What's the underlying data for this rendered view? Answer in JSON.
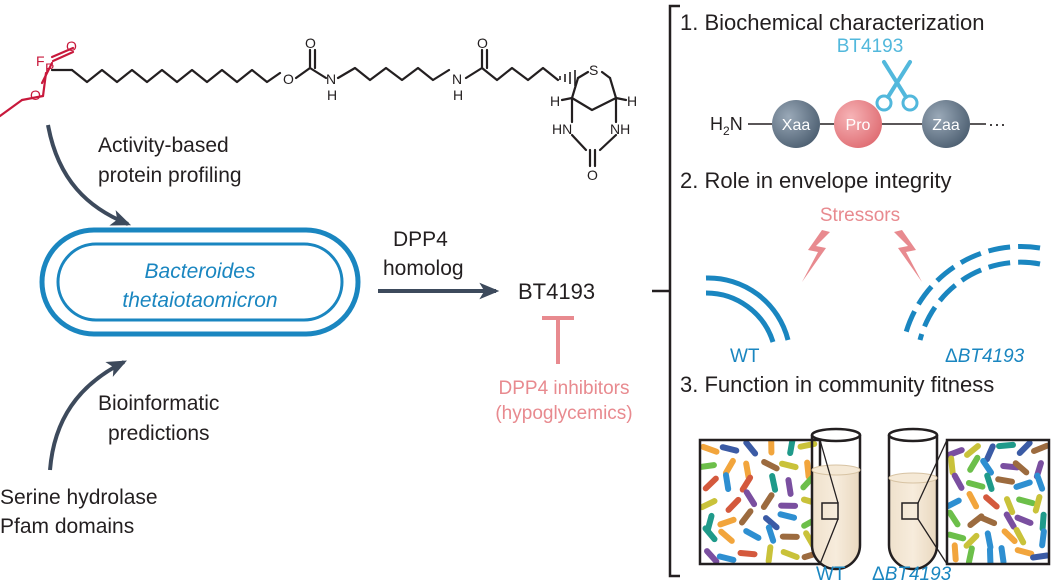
{
  "colors": {
    "dark": "#231f20",
    "arrow": "#3d4a5c",
    "blue": "#1a86c0",
    "light_blue": "#52b8dc",
    "pink": "#e88a8f",
    "red": "#c8193c"
  },
  "probe": {
    "atoms": {
      "f": "F",
      "o_top": "O",
      "p": "P",
      "o_ether": "O",
      "o_carbamate": "O",
      "o_carbonyl": "O",
      "nh1": "H",
      "n1": "N",
      "nh2": "H",
      "n2": "N",
      "o_amide": "O",
      "s": "S",
      "h_left": "H",
      "h_right": "H",
      "hn_left": "HN",
      "nh_right": "NH",
      "o_urea": "O"
    }
  },
  "arrows": {
    "top_label_1": "Activity-based",
    "top_label_2": "protein profiling",
    "bottom_label_1": "Bioinformatic",
    "bottom_label_2": "predictions",
    "middle_label_1": "DPP4",
    "middle_label_2": "homolog"
  },
  "source": {
    "line1": "Serine hydrolase",
    "line2": "Pfam domains"
  },
  "organism": {
    "line1": "Bacteroides",
    "line2": "thetaiotaomicron"
  },
  "target": {
    "name": "BT4193"
  },
  "inhibitors": {
    "line1": "DPP4 inhibitors",
    "line2": "(hypoglycemics)"
  },
  "panel1": {
    "heading": "1. Biochemical characterization",
    "enzyme": "BT4193",
    "scissors_icon": "scissors-icon",
    "h2n_h": "H",
    "h2n_sub": "2",
    "h2n_n": "N",
    "residues": [
      "Xaa",
      "Pro",
      "Zaa"
    ],
    "ellipsis": "···"
  },
  "panel2": {
    "heading": "2. Role in envelope integrity",
    "stressors": "Stressors",
    "lightning_icon": "lightning-icon",
    "wt": "WT",
    "mutant_delta": "Δ",
    "mutant_name": "BT4193"
  },
  "panel3": {
    "heading": "3. Function in community fitness",
    "wt": "WT",
    "mutant_delta": "Δ",
    "mutant_name": "BT4193",
    "bacteria_palette": [
      "#2e8fd1",
      "#6cbf4a",
      "#f2a53c",
      "#7a4fa0",
      "#1f9a8a",
      "#d4593d",
      "#9c6b3f",
      "#3b5ba5",
      "#c9c23a"
    ]
  }
}
